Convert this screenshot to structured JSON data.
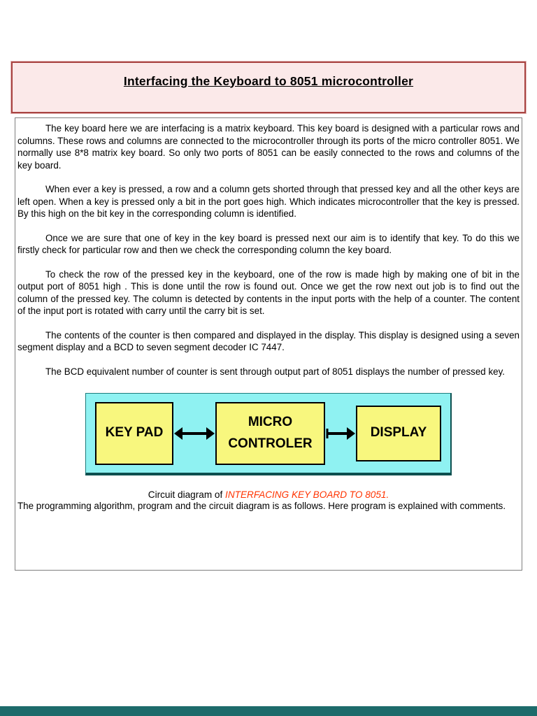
{
  "page": {
    "title": "Interfacing the Keyboard to 8051 microcontroller"
  },
  "content": {
    "paragraphs": [
      "The key board here we are interfacing is a matrix keyboard. This key board is designed with a particular rows and columns. These rows and columns are connected to the microcontroller through its ports of the micro controller 8051. We normally use 8*8 matrix key board. So only two ports of 8051 can be easily connected to the rows and columns of the key board.",
      "When ever a key is pressed, a row and a column gets shorted through that pressed key and all the other keys are left open. When a key is pressed only a bit in the port goes high. Which indicates microcontroller that the key is pressed. By this high on the bit key in the corresponding column is identified.",
      "Once we are sure that one of key in the key board is pressed next our aim is to identify that key. To do this we firstly check for particular row and then we check the corresponding column the key board.",
      "To check the row of the pressed key in the keyboard, one of the row is made high by making one of bit in the output port of 8051 high . This is done until the row is found out. Once we get the row next out job is to find out the column of the pressed key. The column is detected by contents in the input ports with the help of a counter. The content of the input port is rotated with carry until the carry bit is set.",
      "The contents of the counter is then compared and displayed in the display. This display is designed using a seven segment display and a BCD to seven segment decoder IC 7447.",
      "The BCD equivalent number of counter is sent through output part of 8051 displays the number of pressed key."
    ],
    "caption": {
      "prefix": "Circuit diagram of ",
      "highlight": "INTERFACING KEY BOARD TO 8051."
    },
    "closing": "The programming algorithm, program and the circuit diagram is as follows. Here program is explained with comments."
  },
  "diagram": {
    "boxes": [
      {
        "label": "KEY PAD"
      },
      {
        "label": "MICRO CONTROLER"
      },
      {
        "label": "DISPLAY"
      }
    ],
    "arrows": [
      "bidirectional-arrow",
      "right-arrow"
    ],
    "colors": {
      "background": "#8ff2f2",
      "box_fill": "#f8f77e",
      "box_border": "#000000"
    }
  },
  "colors": {
    "title_box_bg": "#fbe9e9",
    "title_box_border": "#a94442",
    "caption_highlight": "#ff3300",
    "footer_bar": "#1e6b6b"
  }
}
